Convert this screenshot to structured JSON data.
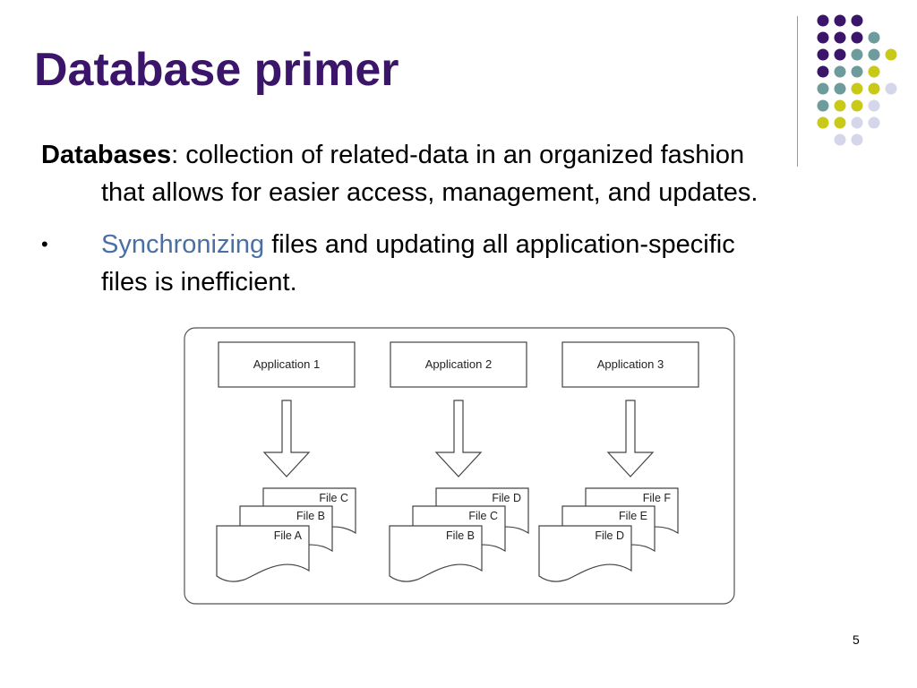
{
  "slide": {
    "title": "Database primer",
    "definition_term": "Databases",
    "definition_sep": ":",
    "definition_line1": " collection of related-data in an organized fashion",
    "definition_line2": "that allows for easier access, management, and updates.",
    "bullet_symbol": "•",
    "bullet_highlight": "Synchronizing",
    "bullet_rest_line1": " files and updating all application-specific",
    "bullet_rest_line2": "files is inefficient.",
    "page_number": "5"
  },
  "colors": {
    "title": "#3b1569",
    "highlight": "#4a6fa5",
    "dot_purple": "#3b1569",
    "dot_teal": "#6e9c9c",
    "dot_yellow": "#c9c91a",
    "dot_lavender": "#d6d6ea"
  },
  "diagram": {
    "apps": [
      {
        "label": "Application 1",
        "files": [
          "File C",
          "File B",
          "File A"
        ]
      },
      {
        "label": "Application 2",
        "files": [
          "File D",
          "File C",
          "File B"
        ]
      },
      {
        "label": "Application 3",
        "files": [
          "File F",
          "File E",
          "File D"
        ]
      }
    ]
  }
}
